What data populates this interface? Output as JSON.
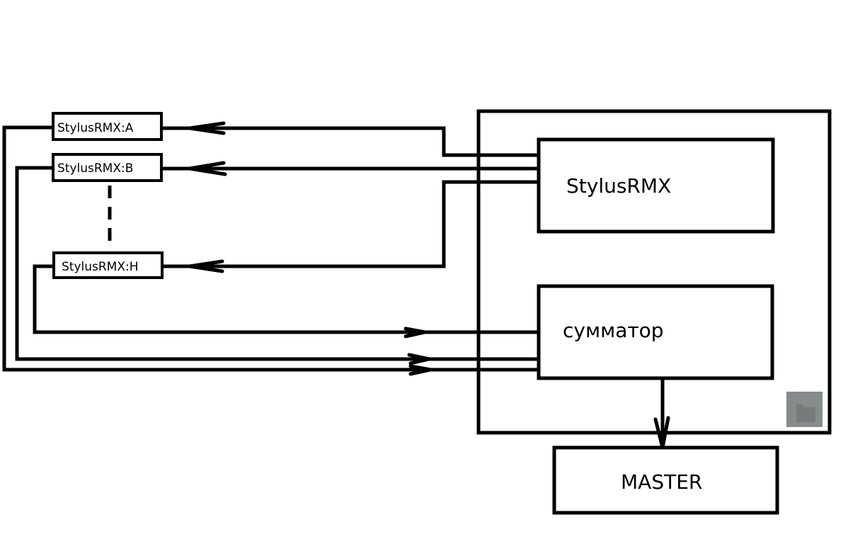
{
  "diagram": {
    "nodes": {
      "stylus_a": {
        "label": "StylusRMX:A"
      },
      "stylus_b": {
        "label": "StylusRMX:B"
      },
      "stylus_h": {
        "label": "StylusRMX:H"
      },
      "stylus_main": {
        "label": "StylusRMX"
      },
      "summator": {
        "label": "сумматор"
      },
      "master": {
        "label": "MASTER"
      }
    },
    "edges": [
      {
        "from": "StylusRMX",
        "to": "StylusRMX:A"
      },
      {
        "from": "StylusRMX",
        "to": "StylusRMX:B"
      },
      {
        "from": "StylusRMX",
        "to": "StylusRMX:H"
      },
      {
        "from": "StylusRMX:H",
        "to": "сумматор"
      },
      {
        "from": "StylusRMX:B",
        "to": "сумматор"
      },
      {
        "from": "StylusRMX:A",
        "to": "сумматор"
      },
      {
        "from": "сумматор",
        "to": "MASTER"
      }
    ],
    "ellipsis": "B…H continuation (dashed)",
    "colors": {
      "stroke": "#000000",
      "background": "#ffffff",
      "corner_icon": "#868c8c"
    }
  }
}
